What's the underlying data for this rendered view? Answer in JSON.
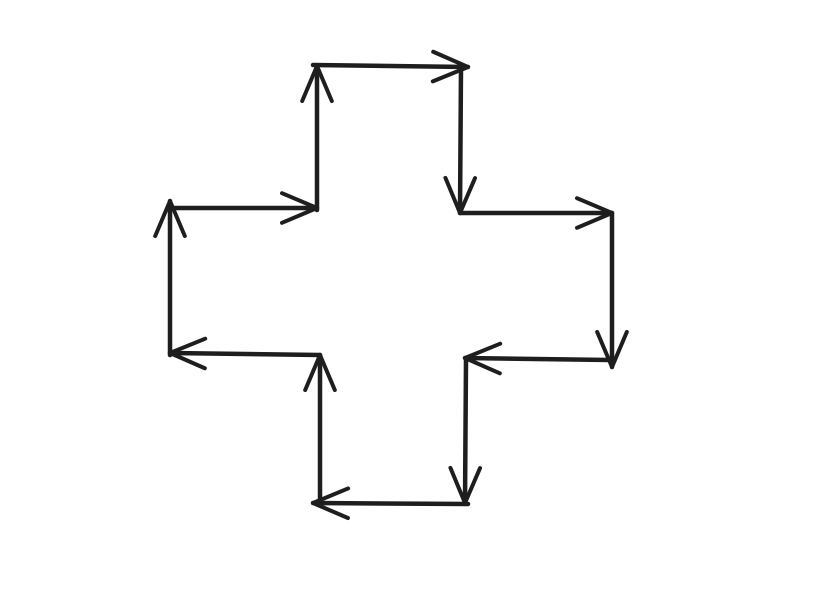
{
  "diagram": {
    "shape": "cross outline made of arrows",
    "arrow_count": 12,
    "direction": "clockwise",
    "colors": {
      "stroke": "#1e1e1e",
      "background": "#ffffff"
    }
  }
}
